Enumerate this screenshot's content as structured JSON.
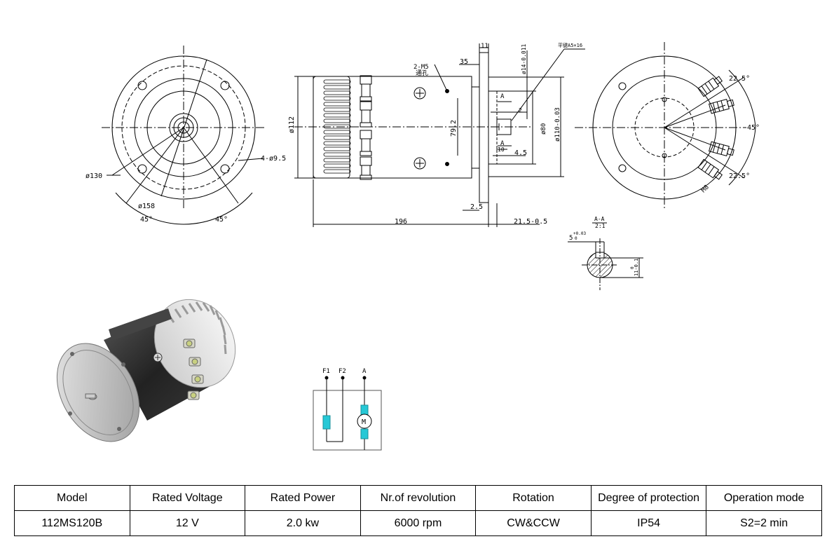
{
  "drawing": {
    "front_view": {
      "dims": [
        "ø130",
        "ø158",
        "4-ø9.5",
        "45°",
        "45°"
      ]
    },
    "side_view": {
      "dims": [
        "ø112",
        "35",
        "11",
        "2-M5",
        "通孔",
        "79.2",
        "ø14-0.011",
        "平键A5×16",
        "A",
        "A",
        "2",
        "ø80",
        "ø110-0.03",
        "4.5",
        "10",
        "2.5",
        "196",
        "21.5-0.5"
      ]
    },
    "rear_view": {
      "dims": [
        "22.5°",
        "22.5°",
        "45°",
        "M8"
      ]
    },
    "section_view": {
      "title": "A-A",
      "scale": "2:1",
      "dims": [
        "5",
        "+0.03",
        "0",
        "11-0.1",
        "0"
      ]
    },
    "schematic": {
      "terminals": [
        "F1",
        "F2",
        "A"
      ],
      "motor_label": "M"
    }
  },
  "specs": {
    "headers": [
      "Model",
      "Rated Voltage",
      "Rated Power",
      "Nr.of revolution",
      "Rotation",
      "Degree of protection",
      "Operation mode"
    ],
    "values": [
      "112MS120B",
      "12 V",
      "2.0 kw",
      "6000 rpm",
      "CW&CCW",
      "IP54",
      "S2=2 min"
    ]
  }
}
